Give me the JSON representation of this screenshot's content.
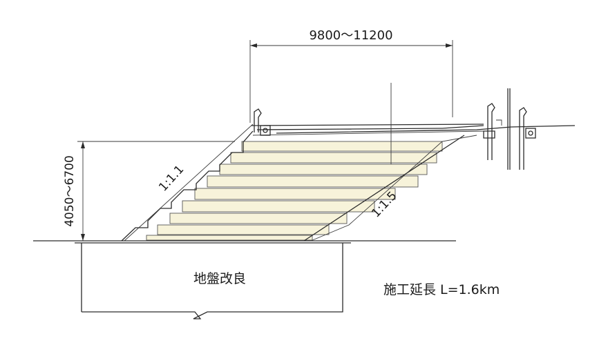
{
  "dimensions": {
    "top_width": "9800～11200",
    "height": "4050～6700"
  },
  "slopes": {
    "left": "1:1.1",
    "right": "1:1.5"
  },
  "foundation": {
    "label": "地盤改良"
  },
  "construction": {
    "label": "施工延長 L=1.6km"
  },
  "colors": {
    "line": "#2a2a2a",
    "fill_layers": "#f7f3da"
  }
}
